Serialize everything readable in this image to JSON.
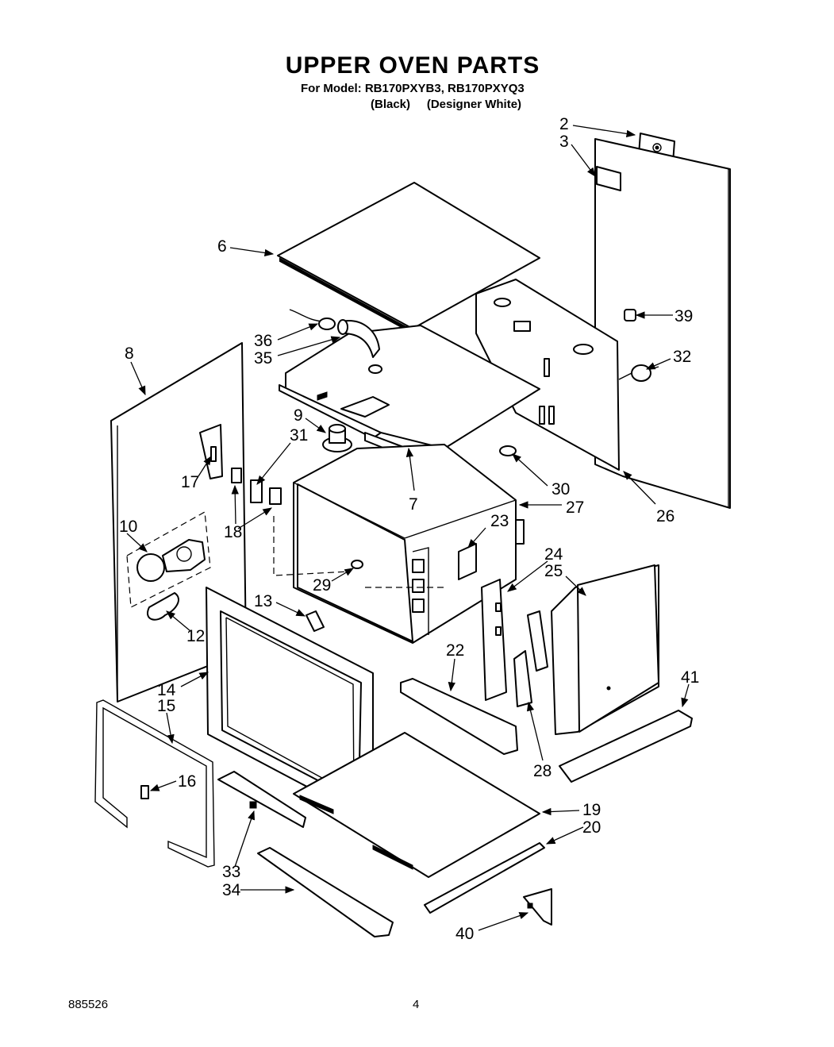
{
  "header": {
    "title": "UPPER OVEN PARTS",
    "model_line": "For Model: RB170PXYB3, RB170PXYQ3",
    "variants_line": "(Black)     (Designer White)"
  },
  "callouts": [
    {
      "num": "2"
    },
    {
      "num": "3"
    },
    {
      "num": "6"
    },
    {
      "num": "39"
    },
    {
      "num": "36"
    },
    {
      "num": "35"
    },
    {
      "num": "32"
    },
    {
      "num": "8"
    },
    {
      "num": "9"
    },
    {
      "num": "31"
    },
    {
      "num": "17"
    },
    {
      "num": "30"
    },
    {
      "num": "7"
    },
    {
      "num": "27"
    },
    {
      "num": "26"
    },
    {
      "num": "10"
    },
    {
      "num": "23"
    },
    {
      "num": "18"
    },
    {
      "num": "24"
    },
    {
      "num": "25"
    },
    {
      "num": "29"
    },
    {
      "num": "13"
    },
    {
      "num": "12"
    },
    {
      "num": "22"
    },
    {
      "num": "41"
    },
    {
      "num": "14"
    },
    {
      "num": "15"
    },
    {
      "num": "28"
    },
    {
      "num": "16"
    },
    {
      "num": "19"
    },
    {
      "num": "20"
    },
    {
      "num": "33"
    },
    {
      "num": "34"
    },
    {
      "num": "40"
    }
  ],
  "footer": {
    "doc_number": "885526",
    "page_number": "4"
  }
}
